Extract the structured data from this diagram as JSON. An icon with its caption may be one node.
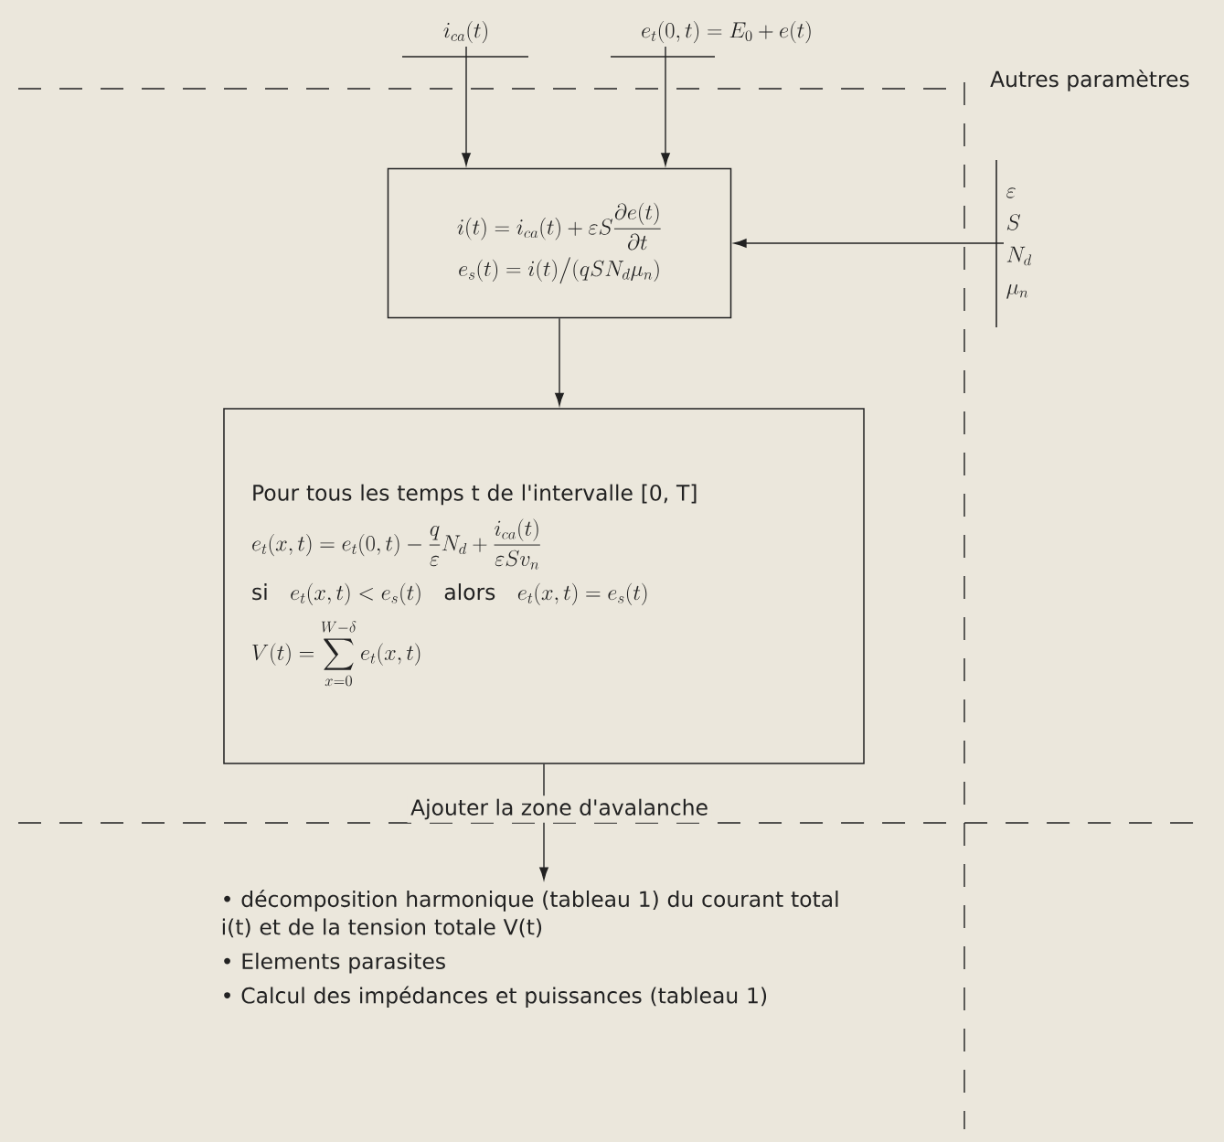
{
  "diagram": {
    "nodes": [
      {
        "text": [
          "i_{ca}(t)"
        ]
      },
      {
        "text": [
          "e_t(0,t) = E_0 + e(t)"
        ]
      },
      {
        "text": [
          "i(t) = i_{ca}(t) + \\varepsilon S \\frac{\\partial e(t)}{\\partial t}",
          "e_s(t) = i(t) \\big/ (q S N_d \\mu_n)"
        ]
      },
      {
        "text": [
          "\\varepsilon",
          "S",
          "N_d",
          "\\mu_n"
        ]
      },
      {
        "text": [
          "Pour tous les temps t de l'intervalle [0, T]",
          "e_t(x,t) = e_t(0,t) - \\frac{q}{\\varepsilon} N_d + \\frac{i_{ca}(t)}{\\varepsilon S v_n}",
          "\\text{si}\\quad e_t(x,t) < e_s(t) \\quad \\text{alors}\\quad e_t(x,t) = e_s(t)",
          "V(t) = \\sum_{x=0}^{W-\\delta} e_t(x,t)"
        ]
      },
      {
        "text": [
          "• décomposition harmonique (tableau 1) du courant total i(t) et de la tension totale V(t)",
          "• Elements parasites",
          "• Calcul des impédances et puissances (tableau 1)"
        ]
      }
    ],
    "edges": [
      {
        "from": 0,
        "to": 2,
        "arrow": "to"
      },
      {
        "from": 1,
        "to": 2,
        "arrow": "to"
      },
      {
        "from": 3,
        "to": 2,
        "arrow": "to"
      },
      {
        "from": 2,
        "to": 4,
        "arrow": "to"
      },
      {
        "from": 4,
        "to": 5,
        "arrow": "to",
        "label": "Ajouter la zone d'avalanche"
      }
    ],
    "labels": [
      "Autres paramètres"
    ]
  }
}
